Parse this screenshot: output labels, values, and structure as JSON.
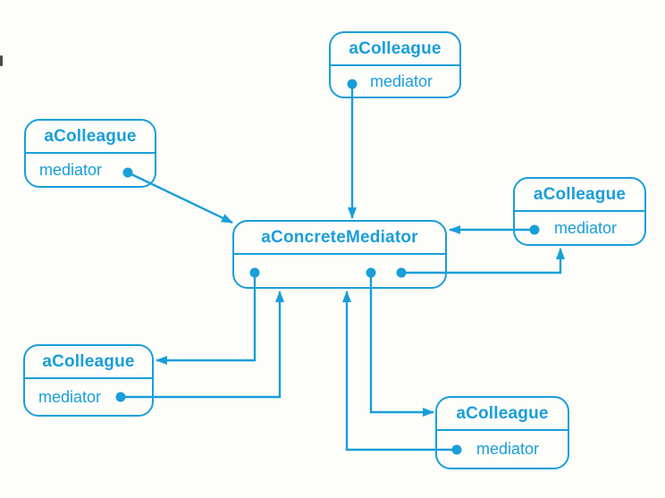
{
  "diagram": {
    "kind": "mediator-pattern-object-diagram",
    "background_color": "#fdfdfa",
    "accent_color": "#199ED9",
    "boxes": [
      {
        "id": "colleague-top",
        "name": "aColleague",
        "attribute": "mediator",
        "dot_side": "left"
      },
      {
        "id": "colleague-left",
        "name": "aColleague",
        "attribute": "mediator",
        "dot_side": "right"
      },
      {
        "id": "concrete-mediator",
        "name": "aConcreteMediator",
        "attribute": "",
        "dot_side": "none"
      },
      {
        "id": "colleague-right",
        "name": "aColleague",
        "attribute": "mediator",
        "dot_side": "left"
      },
      {
        "id": "colleague-bottom-left",
        "name": "aColleague",
        "attribute": "mediator",
        "dot_side": "right"
      },
      {
        "id": "colleague-bottom-right",
        "name": "aColleague",
        "attribute": "mediator",
        "dot_side": "left"
      }
    ],
    "connections": [
      {
        "from": "colleague-top.mediator",
        "to": "concrete-mediator",
        "origin": "dot",
        "end": "arrow"
      },
      {
        "from": "colleague-left.mediator",
        "to": "concrete-mediator",
        "origin": "dot",
        "end": "arrow"
      },
      {
        "from": "colleague-right.mediator",
        "to": "concrete-mediator",
        "origin": "dot",
        "end": "arrow"
      },
      {
        "from": "concrete-mediator",
        "to": "colleague-bottom-left",
        "origin": "dot",
        "end": "arrow"
      },
      {
        "from": "concrete-mediator",
        "to": "colleague-bottom-right",
        "origin": "dot",
        "end": "arrow"
      },
      {
        "from": "concrete-mediator",
        "to": "colleague-right",
        "origin": "dot",
        "end": "arrow"
      },
      {
        "from": "colleague-bottom-left.mediator",
        "to": "concrete-mediator",
        "origin": "dot",
        "end": "arrow"
      },
      {
        "from": "colleague-bottom-right.mediator",
        "to": "concrete-mediator",
        "origin": "dot",
        "end": "arrow"
      }
    ]
  }
}
